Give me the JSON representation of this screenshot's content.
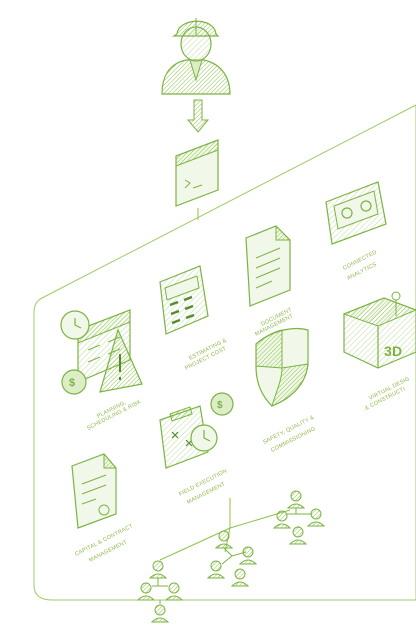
{
  "colors": {
    "stroke": "#7cb342",
    "fill_light": "#dcedc8",
    "fill_mid": "#aed581",
    "dark": "#558b2f"
  },
  "modules": [
    {
      "id": "planning",
      "lines": [
        "PLANNING,",
        "SCHEDULING & RISK"
      ],
      "icon": "calendar-clock-warning-icon"
    },
    {
      "id": "estimating",
      "lines": [
        "ESTIMATING &",
        "PROJECT COST"
      ],
      "icon": "calculator-icon"
    },
    {
      "id": "document",
      "lines": [
        "DOCUMENT",
        "MANAGEMENT"
      ],
      "icon": "document-icon"
    },
    {
      "id": "connected",
      "lines": [
        "CONNECTED",
        "ANALYTICS"
      ],
      "icon": "tape-icon"
    },
    {
      "id": "virtual",
      "lines": [
        "VIRTUAL DESIG",
        "& CONSTRUCTI"
      ],
      "icon": "3d-box-icon"
    },
    {
      "id": "safety",
      "lines": [
        "SAFETY, QUALITY &",
        "COMMISSIONING"
      ],
      "icon": "shield-icon"
    },
    {
      "id": "field",
      "lines": [
        "FIELD EXECUTION",
        "MANAGEMENT"
      ],
      "icon": "clipboard-icon"
    },
    {
      "id": "capital",
      "lines": [
        "CAPITAL & CONTRACT",
        "MANAGEMENT"
      ],
      "icon": "contract-icon"
    }
  ],
  "icons": {
    "worker": "construction-worker-icon",
    "arrow": "arrow-down-icon",
    "terminal": "terminal-window-icon",
    "teams": "team-hierarchy-icon",
    "badge_3d": "3D"
  }
}
